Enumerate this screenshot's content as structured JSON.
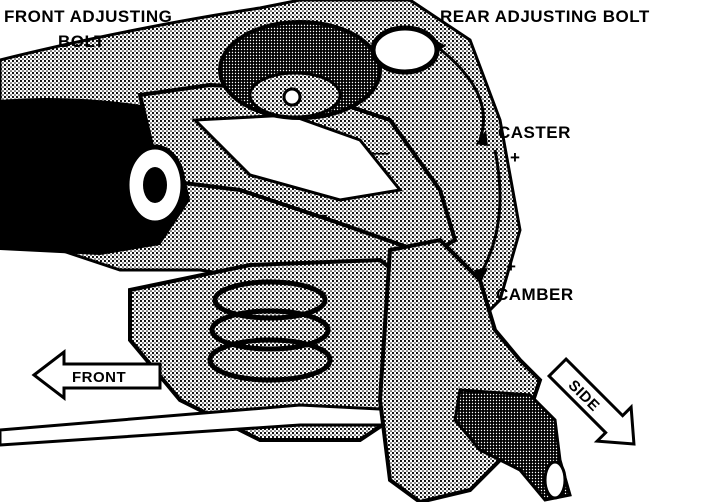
{
  "labels": {
    "front_bolt_line1": "FRONT ADJUSTING",
    "front_bolt_line2": "BOLT",
    "rear_bolt": "REAR ADJUSTING BOLT",
    "caster": "CASTER",
    "caster_sign": "+",
    "camber_sign": "+",
    "camber": "CAMBER",
    "front_arrow": "FRONT",
    "side_arrow": "SIDE",
    "minus_upper": "—",
    "minus_lower": "—"
  },
  "colors": {
    "ink": "#000000",
    "paper": "#ffffff",
    "halftone": "#6a6a6a"
  }
}
